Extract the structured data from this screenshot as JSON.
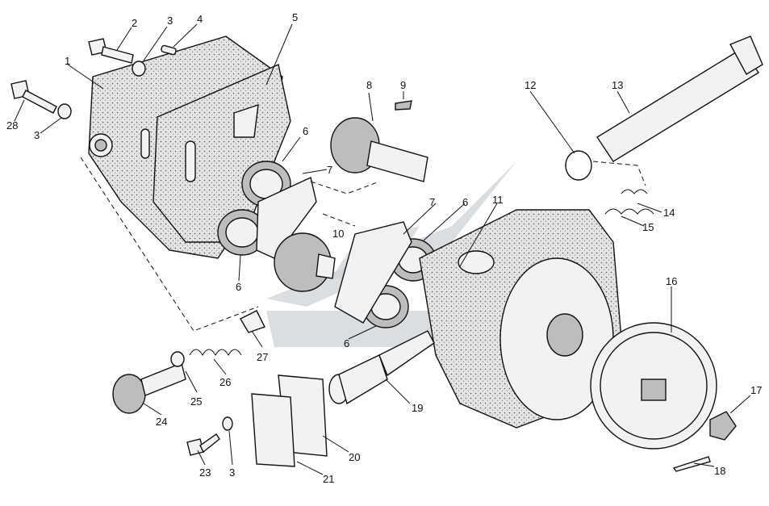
{
  "watermark": {
    "color": "#c9cdd0"
  },
  "callouts": [
    {
      "id": "c1",
      "text": "1"
    },
    {
      "id": "c2",
      "text": "2"
    },
    {
      "id": "c3a",
      "text": "3"
    },
    {
      "id": "c4",
      "text": "4"
    },
    {
      "id": "c5",
      "text": "5"
    },
    {
      "id": "c28",
      "text": "28"
    },
    {
      "id": "c3b",
      "text": "3"
    },
    {
      "id": "c6a",
      "text": "6"
    },
    {
      "id": "c7a",
      "text": "7"
    },
    {
      "id": "c8",
      "text": "8"
    },
    {
      "id": "c9",
      "text": "9"
    },
    {
      "id": "c12",
      "text": "12"
    },
    {
      "id": "c13",
      "text": "13"
    },
    {
      "id": "c14",
      "text": "14"
    },
    {
      "id": "c15",
      "text": "15"
    },
    {
      "id": "c10",
      "text": "10"
    },
    {
      "id": "c7b",
      "text": "7"
    },
    {
      "id": "c6b",
      "text": "6"
    },
    {
      "id": "c11",
      "text": "11"
    },
    {
      "id": "c6c",
      "text": "6"
    },
    {
      "id": "c6d",
      "text": "6"
    },
    {
      "id": "c16",
      "text": "16"
    },
    {
      "id": "c27",
      "text": "27"
    },
    {
      "id": "c26",
      "text": "26"
    },
    {
      "id": "c25",
      "text": "25"
    },
    {
      "id": "c24",
      "text": "24"
    },
    {
      "id": "c19",
      "text": "19"
    },
    {
      "id": "c17",
      "text": "17"
    },
    {
      "id": "c20",
      "text": "20"
    },
    {
      "id": "c23",
      "text": "23"
    },
    {
      "id": "c3c",
      "text": "3"
    },
    {
      "id": "c21",
      "text": "21"
    },
    {
      "id": "c18",
      "text": "18"
    }
  ]
}
